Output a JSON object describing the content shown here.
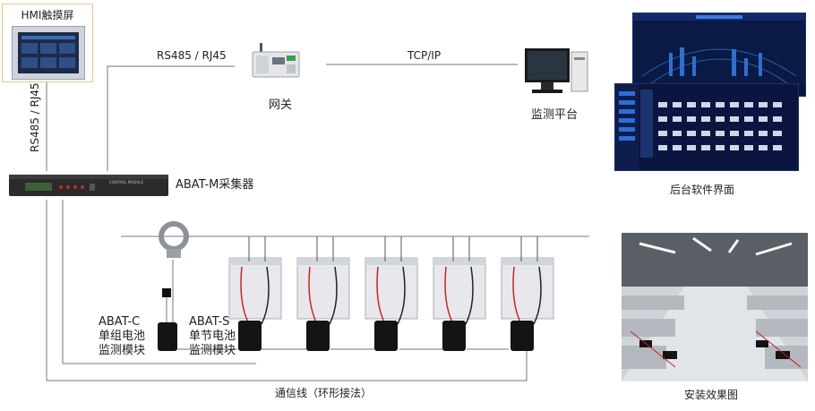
{
  "hmi": {
    "title": "HMI触摸屏"
  },
  "links": {
    "rs485_top": "RS485 / RJ45",
    "rs485_vertical": "RS485 / RJ45",
    "tcpip": "TCP/IP"
  },
  "gateway": {
    "label": "网关"
  },
  "platform": {
    "label": "监测平台"
  },
  "software": {
    "label": "后台软件界面"
  },
  "collector": {
    "label": "ABAT-M采集器",
    "panel_text": "CONTROL MODULE"
  },
  "abat_c": {
    "line1": "ABAT-C",
    "line2": "单组电池",
    "line3": "监测模块"
  },
  "abat_s": {
    "line1": "ABAT-S",
    "line2": "单节电池",
    "line3": "监测模块"
  },
  "bus": {
    "label": "通信线（环形接法）"
  },
  "install": {
    "label": "安装效果图"
  },
  "colors": {
    "wire": "#555555",
    "red_wire": "#d42020",
    "module": "#141414",
    "battery": "#e6e8eb",
    "screen": "#0a1a44",
    "hmi_border": "#e8c98a"
  }
}
